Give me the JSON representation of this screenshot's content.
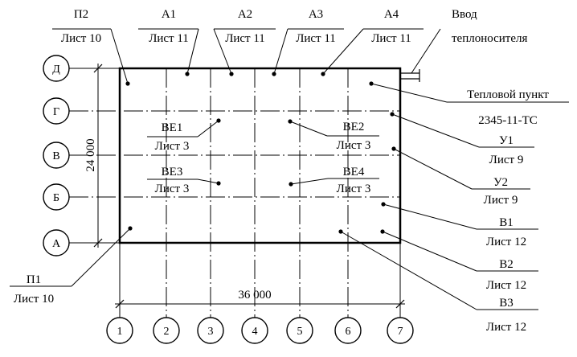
{
  "sheet_callouts": {
    "p2": {
      "code": "П2",
      "sheet": "Лист 10"
    },
    "a1": {
      "code": "А1",
      "sheet": "Лист 11"
    },
    "a2": {
      "code": "А2",
      "sheet": "Лист 11"
    },
    "a3": {
      "code": "А3",
      "sheet": "Лист 11"
    },
    "a4": {
      "code": "А4",
      "sheet": "Лист 11"
    },
    "inlet": {
      "line1": "Ввод",
      "line2": "теплоносителя"
    },
    "heat_point": {
      "name": "Тепловой пункт",
      "doc": "2345-11-ТС"
    },
    "u1": {
      "code": "У1",
      "sheet": "Лист 9"
    },
    "u2": {
      "code": "У2",
      "sheet": "Лист 9"
    },
    "b1": {
      "code": "В1",
      "sheet": "Лист 12"
    },
    "b2": {
      "code": "В2",
      "sheet": "Лист 12"
    },
    "b3": {
      "code": "В3",
      "sheet": "Лист 12"
    },
    "p1": {
      "code": "П1",
      "sheet": "Лист 10"
    },
    "ve1": {
      "code": "ВЕ1",
      "sheet": "Лист 3"
    },
    "ve2": {
      "code": "ВЕ2",
      "sheet": "Лист 3"
    },
    "ve3": {
      "code": "ВЕ3",
      "sheet": "Лист 3"
    },
    "ve4": {
      "code": "ВЕ4",
      "sheet": "Лист 3"
    }
  },
  "grid": {
    "rows": [
      "Д",
      "Г",
      "В",
      "Б",
      "А"
    ],
    "columns": [
      "1",
      "2",
      "3",
      "4",
      "5",
      "6",
      "7"
    ]
  },
  "dimensions": {
    "height": "24 000",
    "width": "36 000"
  }
}
